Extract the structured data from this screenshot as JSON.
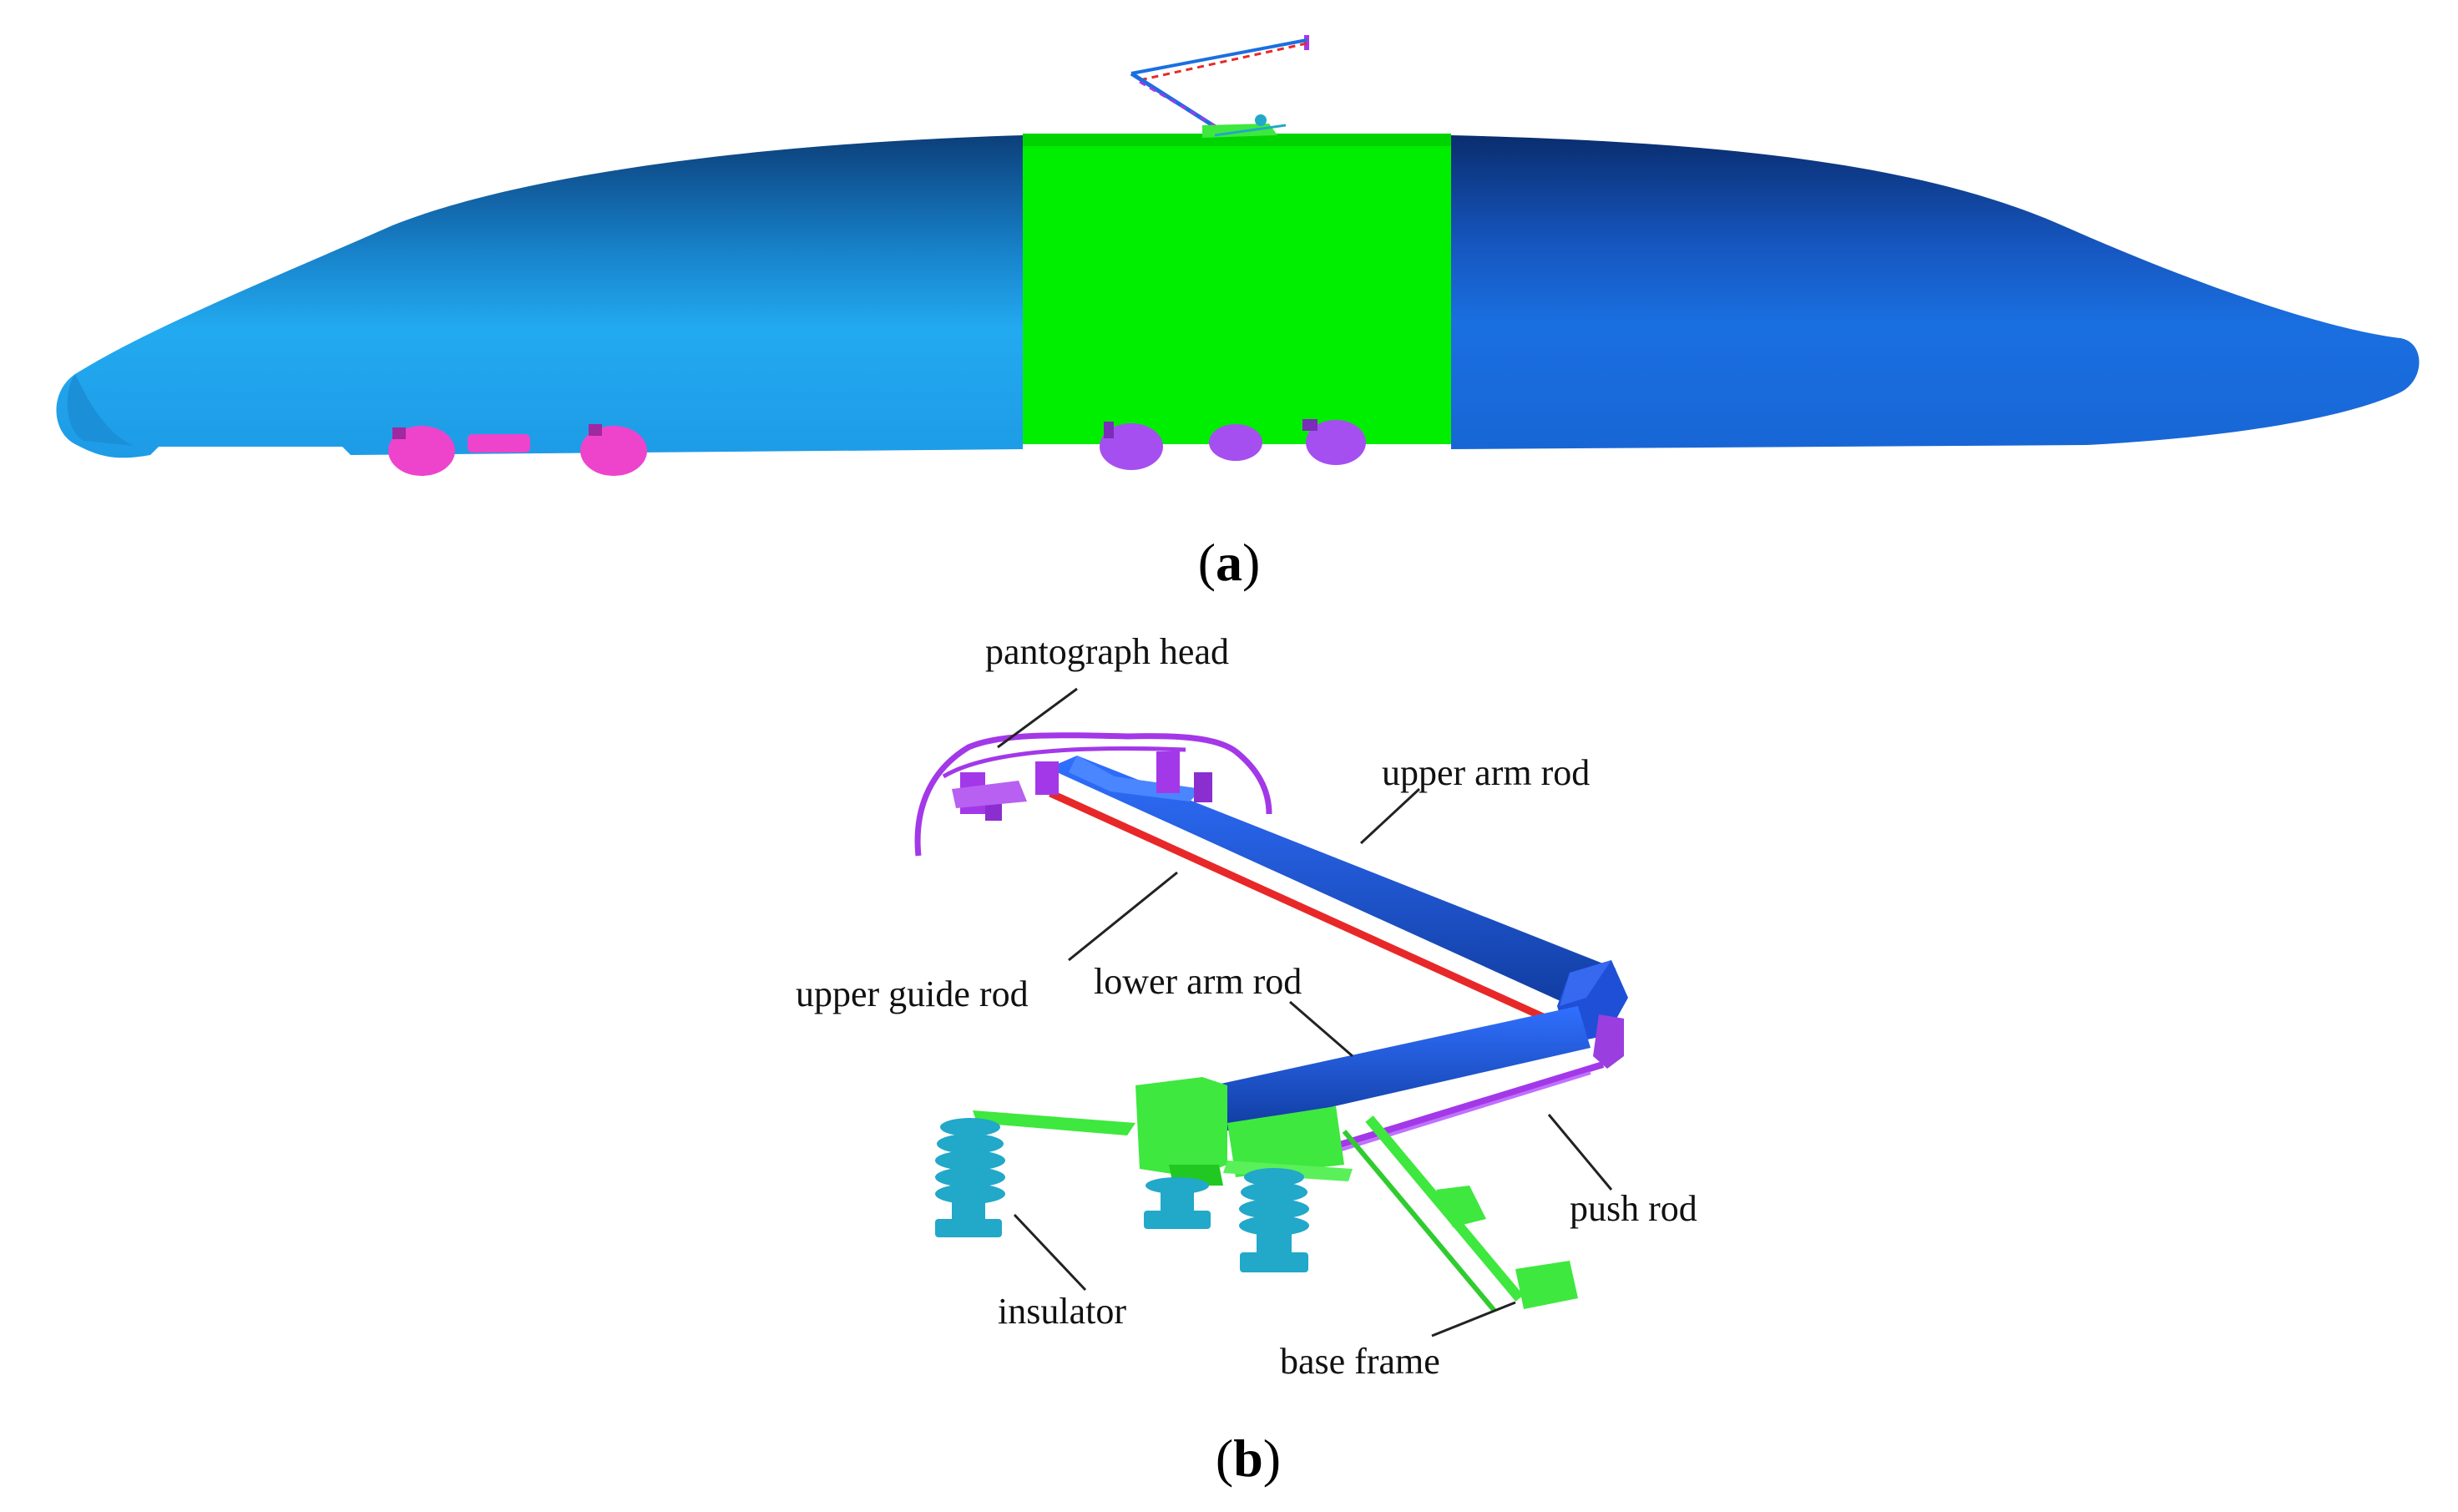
{
  "figure_a": {
    "caption_letter": "a",
    "colors": {
      "lead_car": "#22aaf0",
      "middle_car": "#00ee00",
      "tail_car": "#1a6fe0",
      "front_bogies": "#ee44cc",
      "middle_bogies": "#a64ff0",
      "roof_strip": "#ff3030"
    }
  },
  "figure_b": {
    "caption_letter": "b",
    "labels": {
      "pantograph_head": "pantograph head",
      "upper_arm_rod": "upper arm rod",
      "upper_guide_rod": "upper guide rod",
      "lower_arm_rod": "lower arm rod",
      "push_rod": "push rod",
      "insulator": "insulator",
      "base_frame": "base frame"
    },
    "colors": {
      "pantograph_head": "#a338e8",
      "upper_arm_rod": "#1a4fcc",
      "upper_guide_rod": "#e82828",
      "lower_arm_rod": "#1a4fcc",
      "push_rod": "#a338e8",
      "insulator": "#22a8c8",
      "base_frame": "#3ee83e"
    }
  }
}
